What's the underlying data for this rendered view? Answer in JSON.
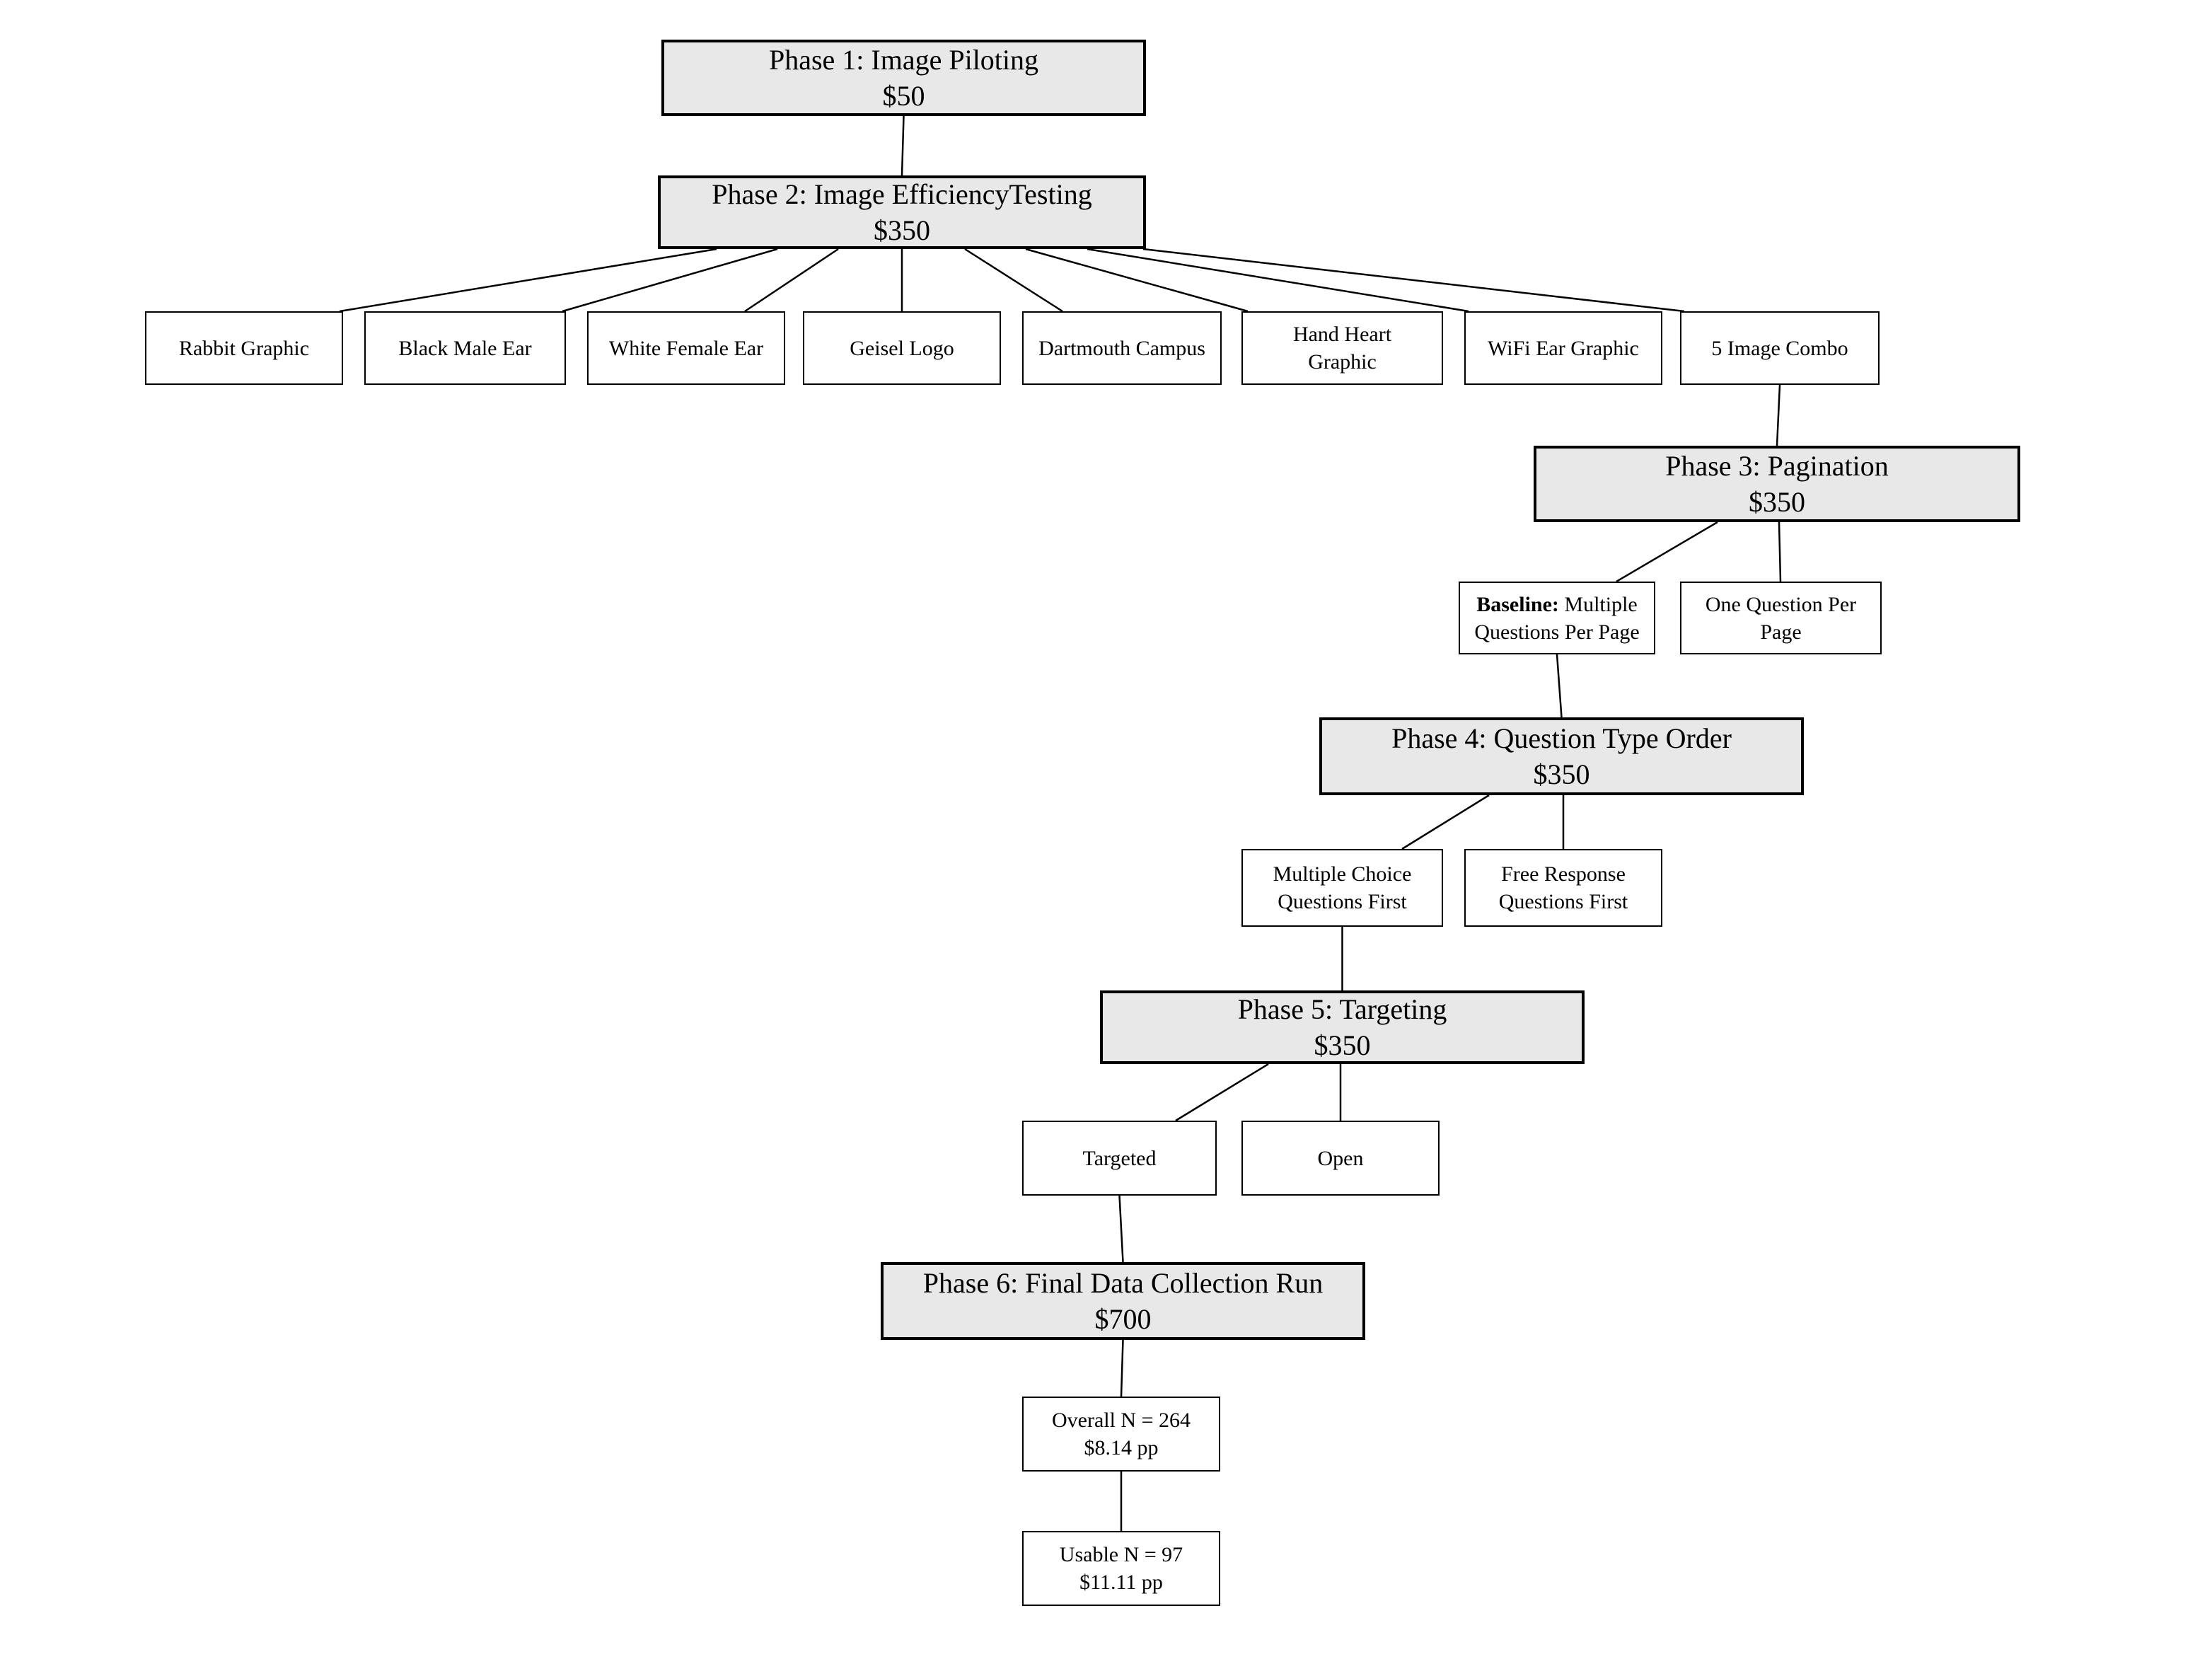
{
  "diagram": {
    "type": "flowchart",
    "colors": {
      "phase_box_fill": "#e8e8e8",
      "item_box_fill": "#ffffff",
      "border": "#000000",
      "connector_line": "#000000",
      "background": "#ffffff"
    },
    "nodes": [
      {
        "id": "phase1",
        "kind": "phase",
        "lines": [
          "Phase 1: Image Piloting",
          "$50"
        ]
      },
      {
        "id": "phase2",
        "kind": "phase",
        "lines": [
          "Phase 2: Image EfficiencyTesting",
          "$350"
        ]
      },
      {
        "id": "rabbit-graphic",
        "kind": "item",
        "lines": [
          "Rabbit Graphic"
        ]
      },
      {
        "id": "black-male-ear",
        "kind": "item",
        "lines": [
          "Black Male Ear"
        ]
      },
      {
        "id": "white-female-ear",
        "kind": "item",
        "lines": [
          "White Female Ear"
        ]
      },
      {
        "id": "geisel-logo",
        "kind": "item",
        "lines": [
          "Geisel Logo"
        ]
      },
      {
        "id": "dartmouth-campus",
        "kind": "item",
        "lines": [
          "Dartmouth Campus"
        ]
      },
      {
        "id": "hand-heart-graphic",
        "kind": "item",
        "lines": [
          "Hand Heart",
          "Graphic"
        ]
      },
      {
        "id": "wifi-ear-graphic",
        "kind": "item",
        "lines": [
          "WiFi Ear Graphic"
        ]
      },
      {
        "id": "five-image-combo",
        "kind": "item",
        "lines": [
          "5 Image Combo"
        ]
      },
      {
        "id": "phase3",
        "kind": "phase",
        "lines": [
          "Phase 3: Pagination",
          "$350"
        ]
      },
      {
        "id": "baseline-multiple",
        "kind": "item",
        "lines": [
          [
            {
              "t": "Baseline:",
              "bold": true
            },
            {
              "t": " Multiple"
            }
          ],
          "Questions Per Page"
        ]
      },
      {
        "id": "one-question-per-page",
        "kind": "item",
        "lines": [
          "One Question Per",
          "Page"
        ]
      },
      {
        "id": "phase4",
        "kind": "phase",
        "lines": [
          "Phase 4: Question Type Order",
          "$350"
        ]
      },
      {
        "id": "multiple-choice-first",
        "kind": "item",
        "lines": [
          "Multiple Choice",
          "Questions First"
        ]
      },
      {
        "id": "free-response-first",
        "kind": "item",
        "lines": [
          "Free Response",
          "Questions First"
        ]
      },
      {
        "id": "phase5",
        "kind": "phase",
        "lines": [
          "Phase 5: Targeting",
          "$350"
        ]
      },
      {
        "id": "targeted",
        "kind": "item",
        "lines": [
          "Targeted"
        ]
      },
      {
        "id": "open",
        "kind": "item",
        "lines": [
          "Open"
        ]
      },
      {
        "id": "phase6",
        "kind": "phase",
        "lines": [
          "Phase 6: Final Data Collection Run",
          "$700"
        ]
      },
      {
        "id": "overall-n",
        "kind": "item",
        "lines": [
          "Overall N = 264",
          "$8.14 pp"
        ]
      },
      {
        "id": "usable-n",
        "kind": "item",
        "lines": [
          "Usable N = 97",
          "$11.11 pp"
        ]
      }
    ],
    "edges": [
      {
        "from": "phase1",
        "to": "phase2"
      },
      {
        "from": "phase2",
        "to": "rabbit-graphic"
      },
      {
        "from": "phase2",
        "to": "black-male-ear"
      },
      {
        "from": "phase2",
        "to": "white-female-ear"
      },
      {
        "from": "phase2",
        "to": "geisel-logo"
      },
      {
        "from": "phase2",
        "to": "dartmouth-campus"
      },
      {
        "from": "phase2",
        "to": "hand-heart-graphic"
      },
      {
        "from": "phase2",
        "to": "wifi-ear-graphic"
      },
      {
        "from": "phase2",
        "to": "five-image-combo"
      },
      {
        "from": "five-image-combo",
        "to": "phase3"
      },
      {
        "from": "phase3",
        "to": "baseline-multiple"
      },
      {
        "from": "phase3",
        "to": "one-question-per-page"
      },
      {
        "from": "baseline-multiple",
        "to": "phase4"
      },
      {
        "from": "phase4",
        "to": "multiple-choice-first"
      },
      {
        "from": "phase4",
        "to": "free-response-first"
      },
      {
        "from": "multiple-choice-first",
        "to": "phase5"
      },
      {
        "from": "phase5",
        "to": "targeted"
      },
      {
        "from": "phase5",
        "to": "open"
      },
      {
        "from": "targeted",
        "to": "phase6"
      },
      {
        "from": "phase6",
        "to": "overall-n"
      },
      {
        "from": "overall-n",
        "to": "usable-n"
      }
    ]
  }
}
